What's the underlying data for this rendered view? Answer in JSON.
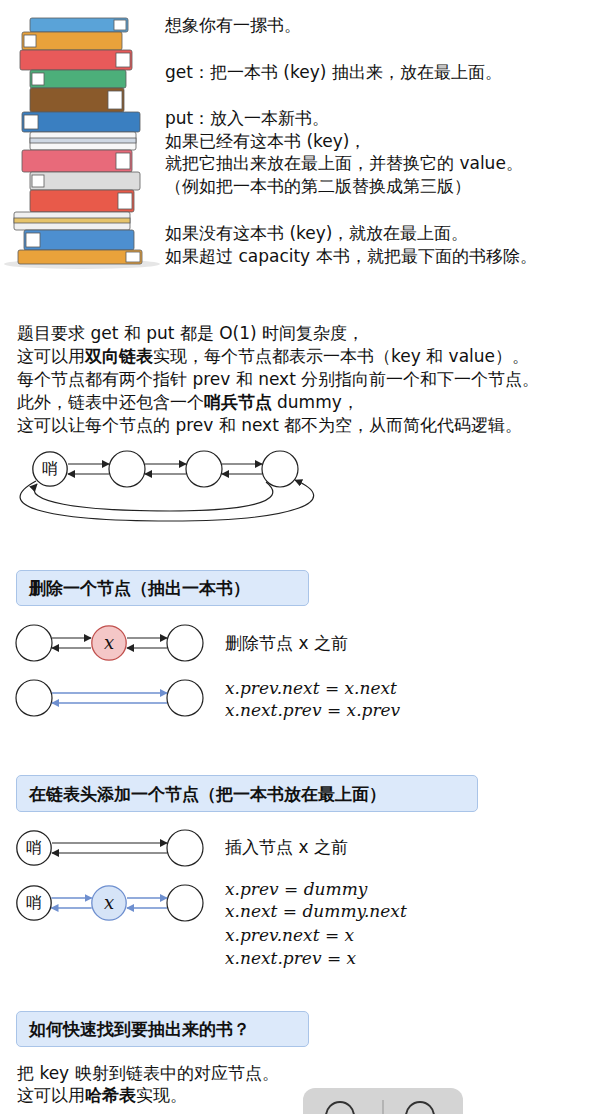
{
  "diagram": {
    "nodes": [
      {
        "text": [
          "哨"
        ]
      },
      {
        "text": [
          "删除一个节点（抽出一本书）"
        ]
      },
      {
        "text": [
          "x"
        ]
      },
      {
        "text": [
          "在链表头添加一个节点（把一本书放在最上面）"
        ]
      },
      {
        "text": [
          "哨"
        ]
      },
      {
        "text": [
          "哨"
        ]
      },
      {
        "text": [
          "x"
        ]
      },
      {
        "text": [
          "如何快速找到要抽出来的书？"
        ]
      }
    ],
    "edges": [
      {
        "from": 5,
        "to": 6,
        "arrow": "to"
      },
      {
        "from": 6,
        "to": 5,
        "arrow": "to"
      }
    ],
    "labels": [
      "想象你有一摞书。",
      "get：把一本书 (key) 抽出来，放在最上面。",
      "put：放入一本新书。",
      "如果已经有这本书 (key)，",
      "就把它抽出来放在最上面，并替换它的 value。",
      "（例如把一本书的第二版替换成第三版）",
      "如果没有这本书 (key)，就放在最上面。",
      "如果超过 capacity 本书，就把最下面的书移除。",
      "题目要求 get 和 put 都是 O(1) 时间复杂度，",
      "这可以用",
      "双向链表",
      "实现，每个节点都表示一本书（key 和 value）。",
      "每个节点都有两个指针 prev 和 next 分别指向前一个和下一个节点。",
      "此外，链表中还包含一个",
      "哨兵节点",
      "dummy，",
      "这可以让每个节点的 prev 和 next 都不为空，从而简化代码逻辑。",
      "删除节点 x 之前",
      "x.prev.next = x.next",
      "x.next.prev = x.prev",
      "插入节点 x 之前",
      "x.prev = dummy",
      "x.next = dummy.next",
      "x.prev.next = x",
      "x.next.prev = x",
      "把 key 映射到链表中的对应节点。",
      "这可以用",
      "哈希表",
      "实现。"
    ]
  }
}
